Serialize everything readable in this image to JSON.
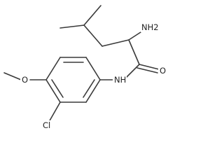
{
  "molecule": {
    "labels": {
      "amine": "NH2",
      "carbonyl_oxygen": "O",
      "amide_nitrogen": "NH",
      "methoxy_oxygen": "O",
      "chlorine": "Cl"
    }
  }
}
